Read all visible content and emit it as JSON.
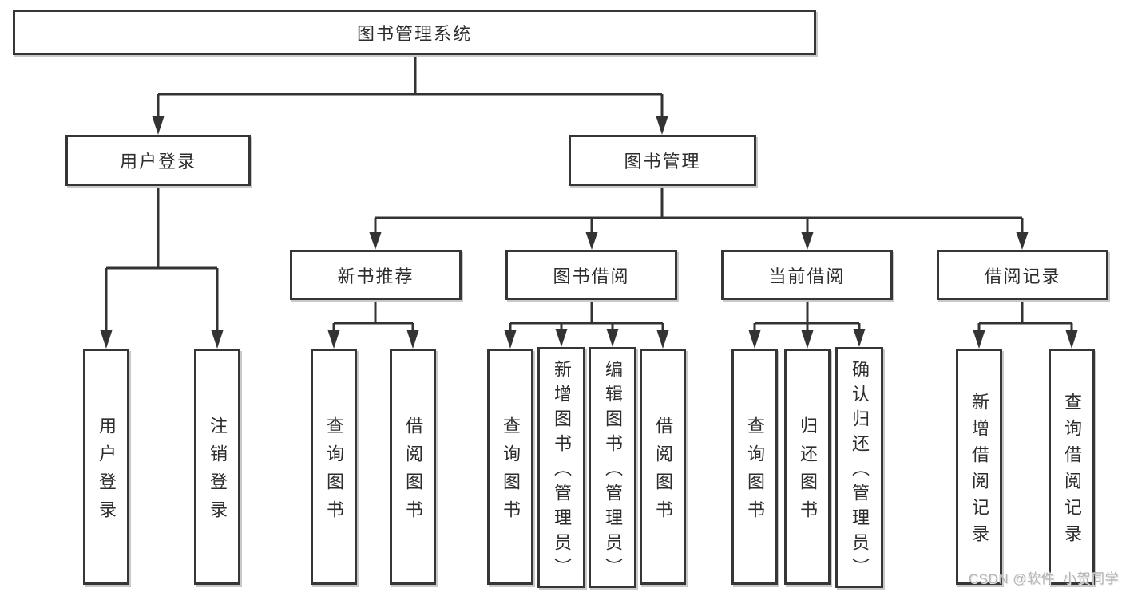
{
  "nodes": {
    "root": "图书管理系统",
    "l2": [
      "用户登录",
      "图书管理"
    ],
    "l3": [
      "新书推荐",
      "图书借阅",
      "当前借阅",
      "借阅记录"
    ],
    "leaves": [
      "用户登录",
      "注销登录",
      "查询图书",
      "借阅图书",
      "查询图书",
      "新增图书（管理员）",
      "编辑图书（管理员）",
      "借阅图书",
      "查询图书",
      "归还图书",
      "确认归还（管理员）",
      "新增借阅记录",
      "查询借阅记录"
    ]
  },
  "hierarchy": {
    "图书管理系统": [
      "用户登录",
      "图书管理"
    ],
    "用户登录": [
      "用户登录",
      "注销登录"
    ],
    "图书管理": [
      "新书推荐",
      "图书借阅",
      "当前借阅",
      "借阅记录"
    ],
    "新书推荐": [
      "查询图书",
      "借阅图书"
    ],
    "图书借阅": [
      "查询图书",
      "新增图书（管理员）",
      "编辑图书（管理员）",
      "借阅图书"
    ],
    "当前借阅": [
      "查询图书",
      "归还图书",
      "确认归还（管理员）"
    ],
    "借阅记录": [
      "新增借阅记录",
      "查询借阅记录"
    ]
  },
  "watermark": "CSDN @软件_小贺同学",
  "colors": {
    "line": "#333333",
    "box_border": "#363636",
    "box_fill": "#ffffff",
    "text": "#2d2d2d",
    "watermark": "#b5b5b5",
    "background": "#ffffff"
  }
}
